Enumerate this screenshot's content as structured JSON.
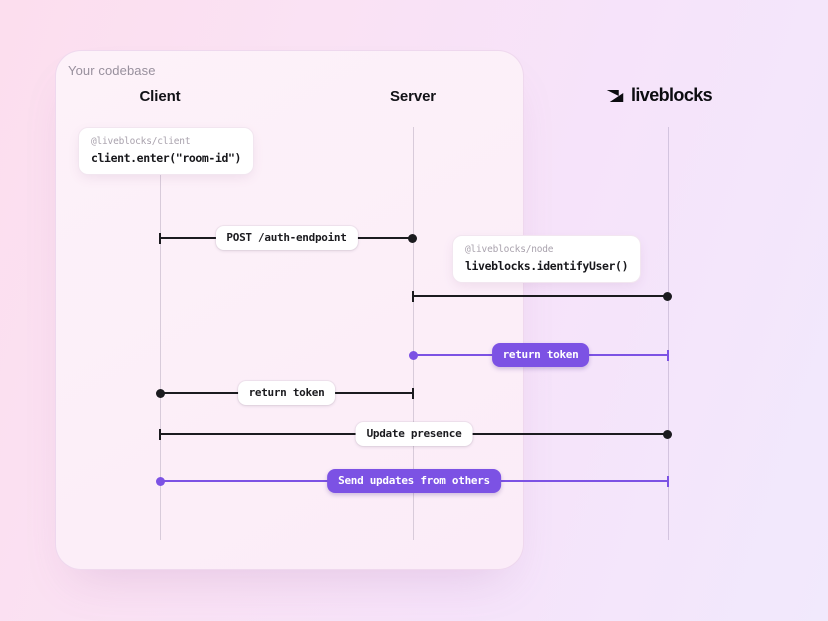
{
  "page": {
    "codebase_label": "Your codebase"
  },
  "columns": [
    {
      "name": "Client"
    },
    {
      "name": "Server"
    },
    {
      "name": "liveblocks"
    }
  ],
  "logo": {
    "text": "liveblocks",
    "icon": "liveblocks-mark-two-triangles"
  },
  "code_cards": [
    {
      "package": "@liveblocks/client",
      "code": "client.enter(\"room-id\")"
    },
    {
      "package": "@liveblocks/node",
      "code": "liveblocks.identifyUser()"
    }
  ],
  "arrows": [
    {
      "label": "POST /auth-endpoint",
      "from": "Client",
      "to": "Server",
      "style": "black"
    },
    {
      "label": "",
      "from": "Server",
      "to": "liveblocks",
      "style": "black"
    },
    {
      "label": "return token",
      "from": "liveblocks",
      "to": "Server",
      "style": "purple"
    },
    {
      "label": "return token",
      "from": "Server",
      "to": "Client",
      "style": "black"
    },
    {
      "label": "Update presence",
      "from": "Client",
      "to": "liveblocks",
      "style": "black"
    },
    {
      "label": "Send updates from others",
      "from": "liveblocks",
      "to": "Client",
      "style": "purple"
    }
  ],
  "colors": {
    "accent_purple": "#7c52e4",
    "arrow_black": "#1b1b1f",
    "background_left": "#fcdeee",
    "background_right": "#f1e9fc"
  }
}
